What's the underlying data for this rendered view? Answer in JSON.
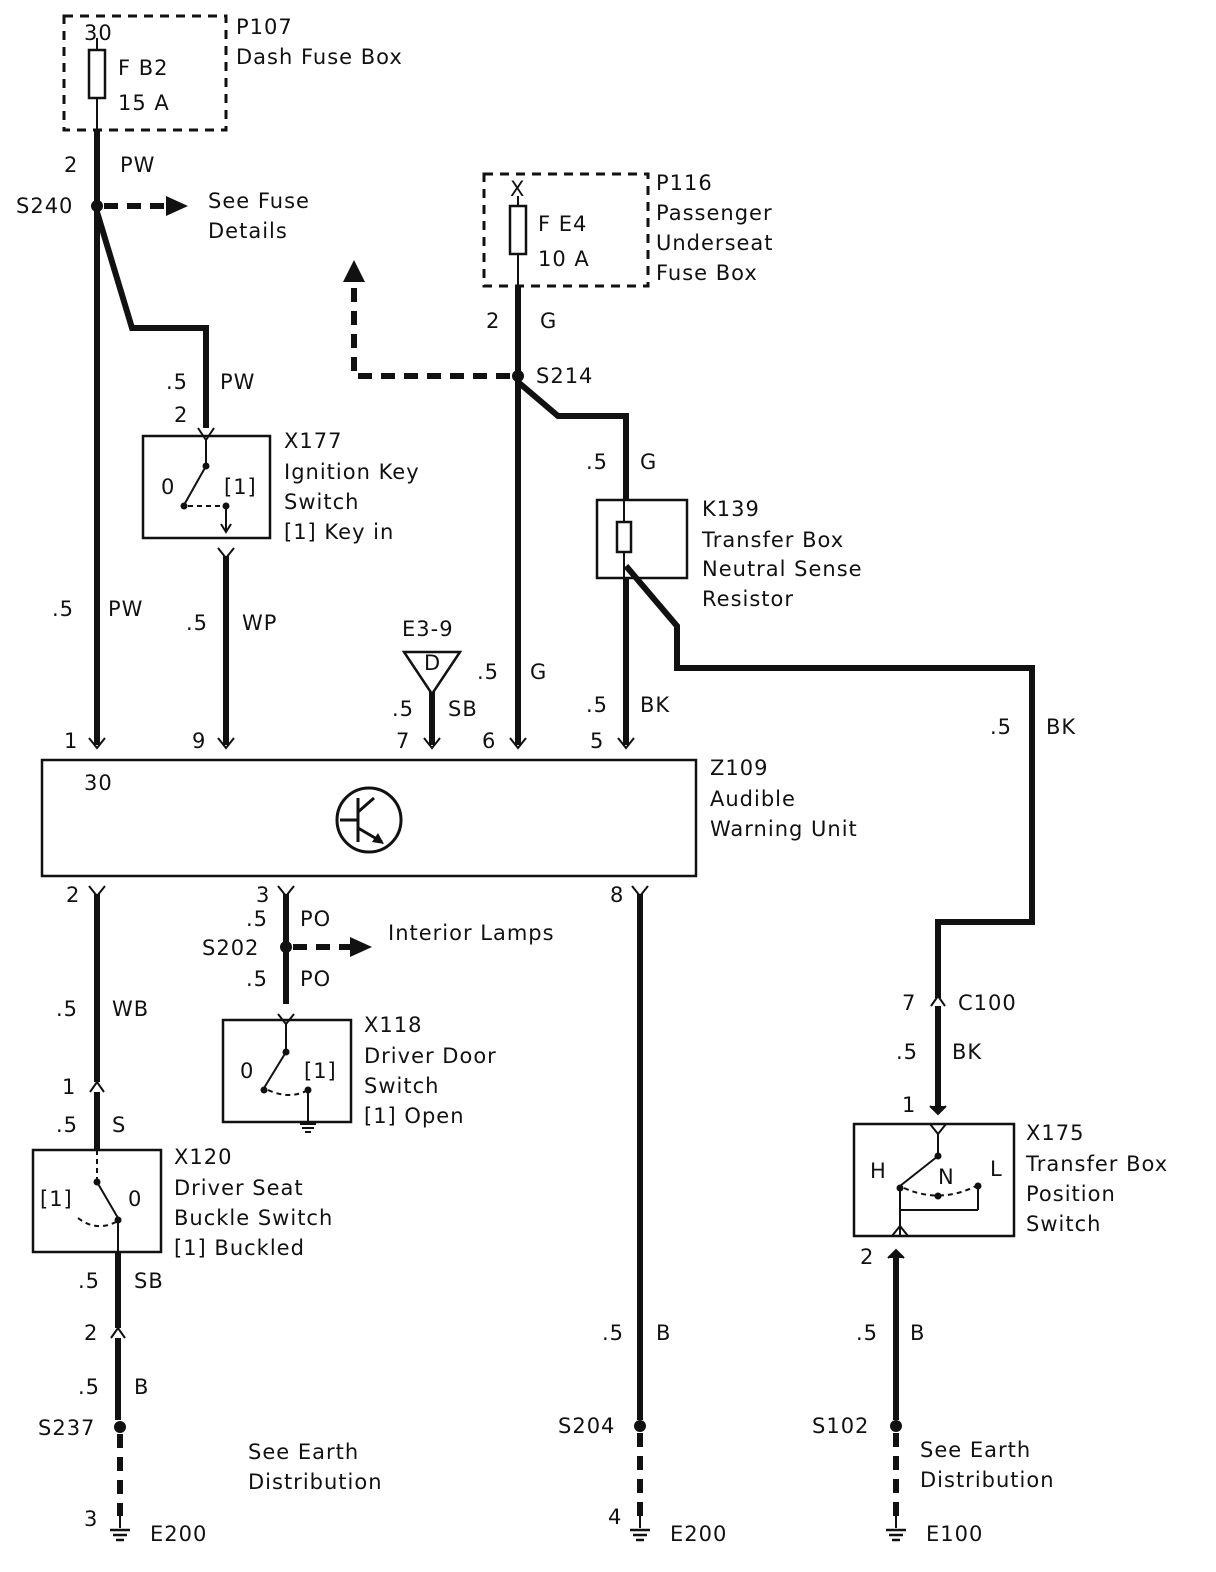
{
  "components": {
    "p107": {
      "id": "P107",
      "desc1": "Dash Fuse Box",
      "terminal": "30",
      "fuse": "F B2",
      "rating": "15 A"
    },
    "p116": {
      "id": "P116",
      "desc1": "Passenger",
      "desc2": "Underseat",
      "desc3": "Fuse Box",
      "terminal": "X",
      "fuse": "F E4",
      "rating": "10 A"
    },
    "x177": {
      "id": "X177",
      "desc1": "Ignition Key",
      "desc2": "Switch",
      "desc3": "[1]  Key in",
      "pos0": "0",
      "pos1": "[1]"
    },
    "k139": {
      "id": "K139",
      "desc1": "Transfer Box",
      "desc2": "Neutral Sense",
      "desc3": "Resistor"
    },
    "e39": {
      "id": "E3-9",
      "letter": "D"
    },
    "z109": {
      "id": "Z109",
      "desc1": "Audible",
      "desc2": "Warning Unit",
      "terminal": "30"
    },
    "x118": {
      "id": "X118",
      "desc1": "Driver Door",
      "desc2": "Switch",
      "desc3": "[1]  Open",
      "pos0": "0",
      "pos1": "[1]"
    },
    "x120": {
      "id": "X120",
      "desc1": "Driver Seat",
      "desc2": "Buckle Switch",
      "desc3": "[1]  Buckled",
      "pos0": "0",
      "pos1": "[1]"
    },
    "x175": {
      "id": "X175",
      "desc1": "Transfer Box",
      "desc2": "Position",
      "desc3": "Switch",
      "h": "H",
      "n": "N",
      "l": "L"
    }
  },
  "splices": {
    "s240": "S240",
    "s214": "S214",
    "s202": "S202",
    "s237": "S237",
    "s204": "S204",
    "s102": "S102"
  },
  "connector": {
    "c100": "C100"
  },
  "grounds": {
    "e200a": "E200",
    "e200b": "E200",
    "e100": "E100"
  },
  "notes": {
    "fuse_details1": "See Fuse",
    "fuse_details2": "Details",
    "interior_lamps": "Interior Lamps",
    "earth1_l1": "See Earth",
    "earth1_l2": "Distribution",
    "earth2_l1": "See Earth",
    "earth2_l2": "Distribution"
  },
  "wires": {
    "w1": {
      "pin": "2",
      "size": "",
      "color": "PW"
    },
    "w2": {
      "pin": "2",
      "size": ".5",
      "color": "PW"
    },
    "w3": {
      "pin": "",
      "size": ".5",
      "color": "PW"
    },
    "w4": {
      "pin": "",
      "size": ".5",
      "color": "WP"
    },
    "w5": {
      "pin": "2",
      "size": "",
      "color": "G"
    },
    "w6": {
      "pin": "",
      "size": ".5",
      "color": "G"
    },
    "w7": {
      "pin": "",
      "size": ".5",
      "color": "G"
    },
    "w8": {
      "pin": "",
      "size": ".5",
      "color": "SB"
    },
    "w9": {
      "pin": "",
      "size": ".5",
      "color": "BK"
    },
    "w10": {
      "pin": "",
      "size": ".5",
      "color": "BK"
    },
    "w11": {
      "pin": "",
      "size": ".5",
      "color": "WB"
    },
    "w12": {
      "pin": "",
      "size": ".5",
      "color": "PO"
    },
    "w13": {
      "pin": "",
      "size": ".5",
      "color": "PO"
    },
    "w14": {
      "pin": "",
      "size": ".5",
      "color": "S"
    },
    "w15": {
      "pin": "",
      "size": ".5",
      "color": "SB"
    },
    "w16": {
      "pin": "",
      "size": ".5",
      "color": "B"
    },
    "w17": {
      "pin": "",
      "size": ".5",
      "color": "B"
    },
    "w18": {
      "pin": "",
      "size": ".5",
      "color": "BK"
    },
    "w19": {
      "pin": "",
      "size": ".5",
      "color": "B"
    }
  },
  "pins": {
    "z_top": [
      "1",
      "9",
      "7",
      "6",
      "5"
    ],
    "z_bot": [
      "2",
      "3",
      "8"
    ],
    "x120_top": "1",
    "x120_bot": "2",
    "gnd_left": "3",
    "gnd_mid": "4",
    "c100_pin": "7",
    "x175_top": "1",
    "x175_bot": "2"
  }
}
